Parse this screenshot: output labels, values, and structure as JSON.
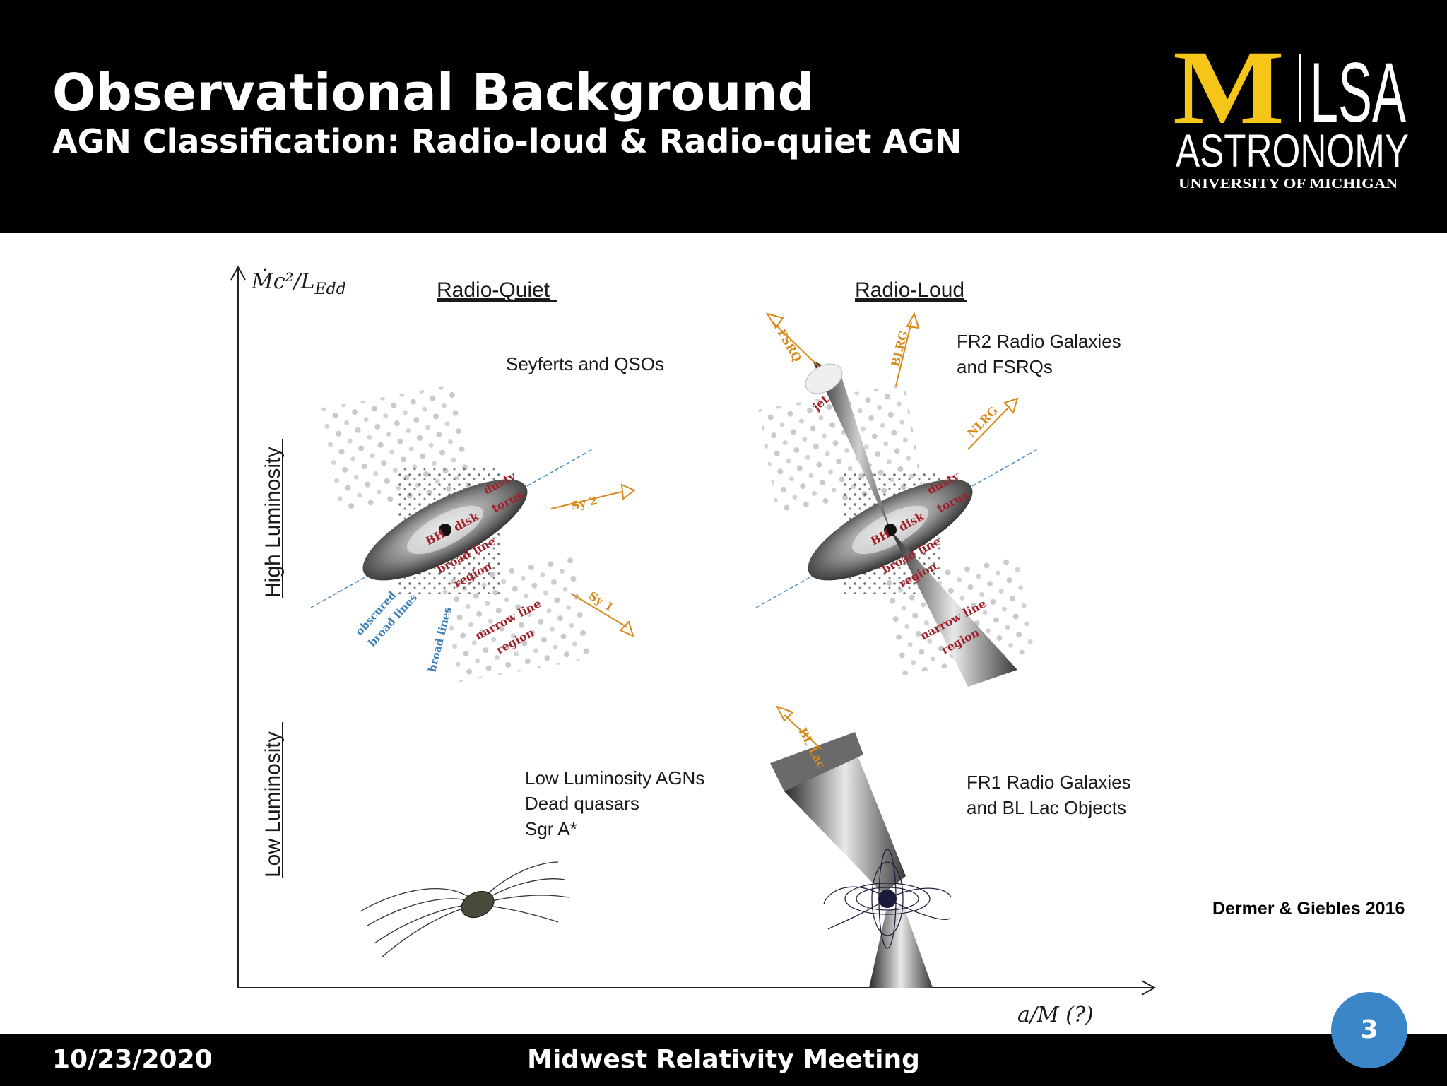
{
  "header": {
    "title": "Observational Background",
    "subtitle": "AGN Classification: Radio-loud & Radio-quiet AGN"
  },
  "logo": {
    "left": "M",
    "right_top": "LSA",
    "middle": "ASTRONOMY",
    "bottom": "UNIVERSITY OF MICHIGAN",
    "colors": {
      "maize": "#f5c518",
      "white": "#ffffff"
    }
  },
  "diagram": {
    "y_axis_label": "Ṁc²/L",
    "y_axis_sub": "Edd",
    "x_axis_label": "a/M (?)",
    "column_headers": [
      "Radio-Quiet",
      "Radio-Loud"
    ],
    "row_labels": [
      "High Luminosity",
      "Low Luminosity"
    ],
    "quadrants": {
      "radio_quiet_high": [
        "Seyferts and QSOs"
      ],
      "radio_loud_high": [
        "FR2 Radio Galaxies",
        "and FSRQs"
      ],
      "radio_quiet_low": [
        "Low Luminosity AGNs",
        "Dead quasars",
        "Sgr A*"
      ],
      "radio_loud_low": [
        "FR1 Radio Galaxies",
        "and BL Lac Objects"
      ]
    },
    "inner_labels": {
      "dusty_torus": [
        "dusty",
        "torus"
      ],
      "disk": "disk",
      "bh": "BH",
      "broad_line_region": [
        "broad line",
        "region"
      ],
      "narrow_line_region": [
        "narrow line",
        "region"
      ],
      "obscured_broad_lines": [
        "obscured",
        "broad lines"
      ],
      "broad_lines": "broad lines",
      "sy2": "Sy 2",
      "sy1": "Sy 1",
      "fsrq": "FSRQ",
      "blrg": "BLRG",
      "nlrg": "NLRG",
      "jet": "jet",
      "bl_lac": "BL Lac"
    },
    "colors": {
      "red": "#a0202a",
      "orange": "#d98a1a",
      "blue": "#3f7fb8"
    }
  },
  "citation": "Dermer & Giebles 2016",
  "footer": {
    "date": "10/23/2020",
    "event": "Midwest Relativity Meeting",
    "page_number": "3",
    "badge_color": "#3a86c8"
  }
}
